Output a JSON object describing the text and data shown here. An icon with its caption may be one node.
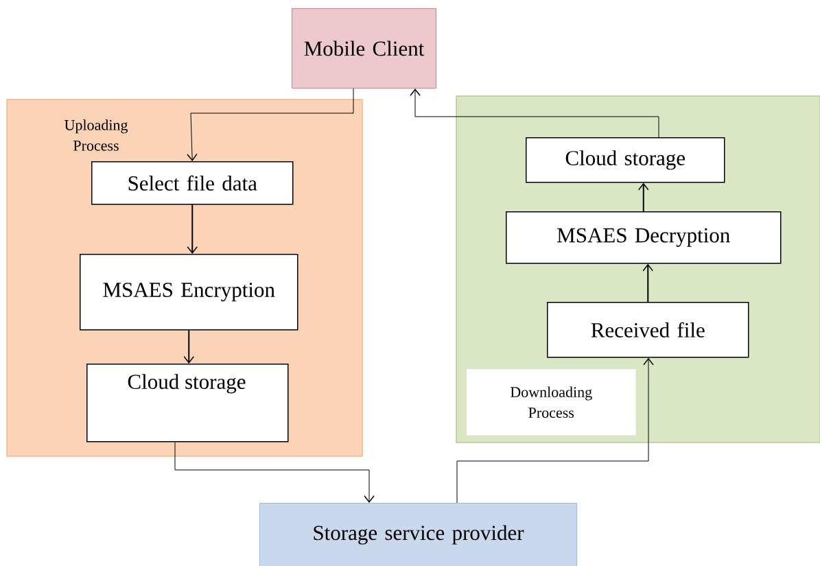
{
  "diagram": {
    "nodes": [
      {
        "text": [
          "Mobile Client"
        ]
      },
      {
        "text": [
          "Uploading Process"
        ]
      },
      {
        "text": [
          "Select file data"
        ],
        "in": 1
      },
      {
        "text": [
          "MSAES Encryption"
        ],
        "in": 1
      },
      {
        "text": [
          "Cloud storage"
        ],
        "in": 1
      },
      {
        "text": [],
        "shape": "box"
      },
      {
        "text": [
          "Cloud storage"
        ],
        "in": 5
      },
      {
        "text": [
          "MSAES Decryption"
        ],
        "in": 5
      },
      {
        "text": [
          "Received file"
        ],
        "in": 5
      },
      {
        "text": [
          "Downloading Process"
        ],
        "in": 5
      },
      {
        "text": [
          "Storage service provider"
        ]
      }
    ],
    "edges": [
      {
        "from": 0,
        "to": 2,
        "arrow": "to"
      },
      {
        "from": 2,
        "to": 3,
        "arrow": "to"
      },
      {
        "from": 3,
        "to": 4,
        "arrow": "to"
      },
      {
        "from": 4,
        "to": 10,
        "arrow": "to"
      },
      {
        "from": 10,
        "to": 8,
        "arrow": "to"
      },
      {
        "from": 8,
        "to": 7,
        "arrow": "to"
      },
      {
        "from": 7,
        "to": 6,
        "arrow": "to"
      },
      {
        "from": 6,
        "to": 0,
        "arrow": "to"
      }
    ]
  }
}
